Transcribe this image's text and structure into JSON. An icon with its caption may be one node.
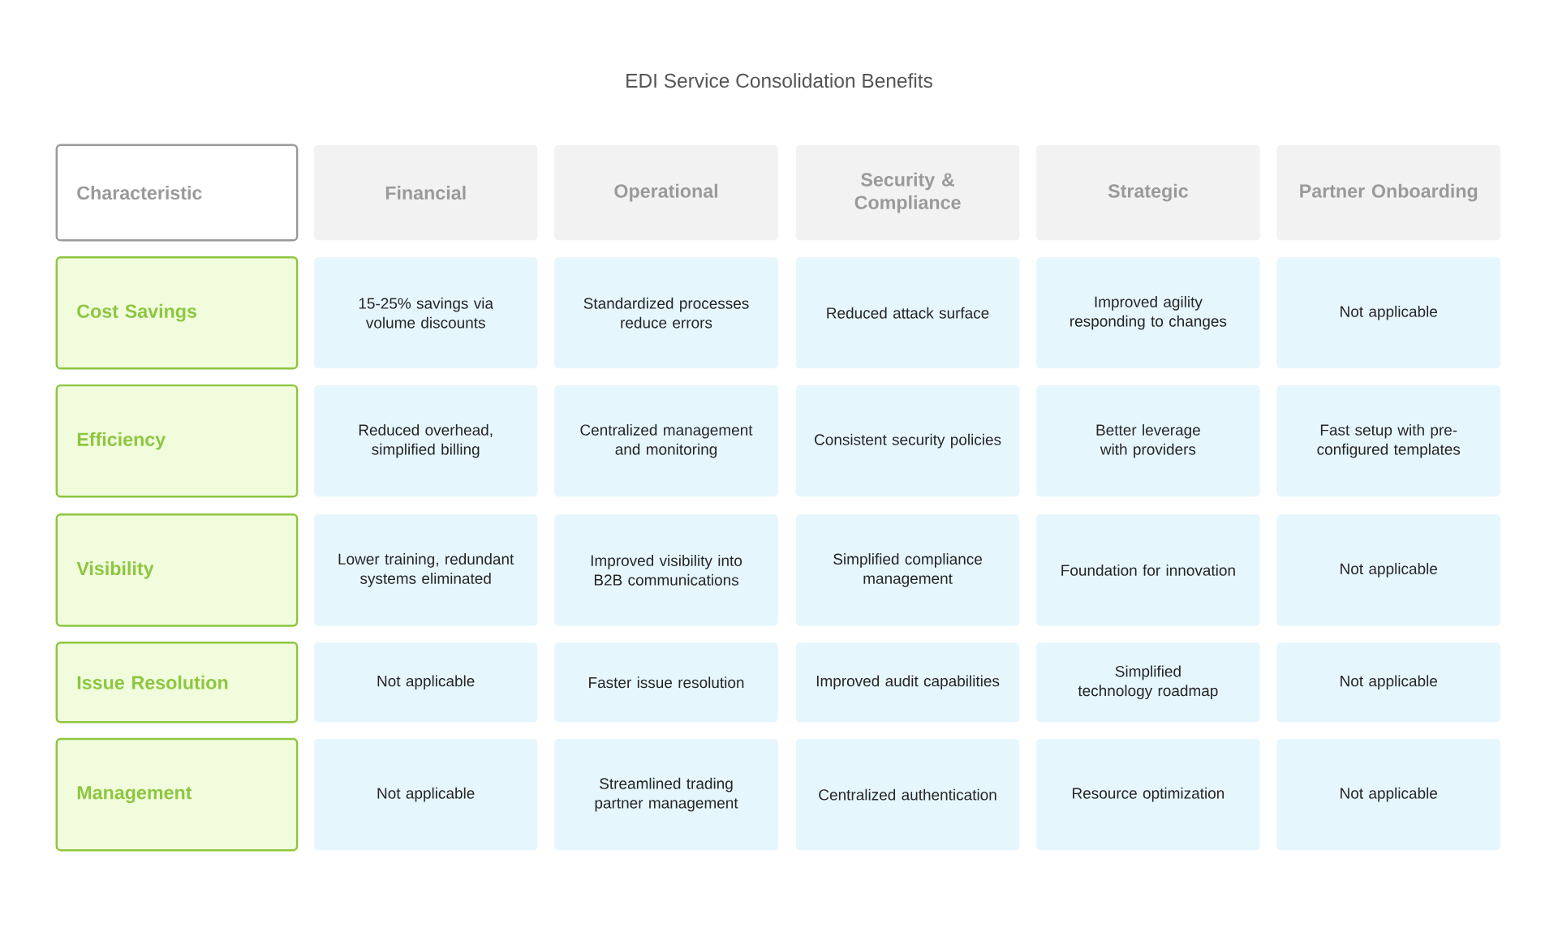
{
  "diagram": {
    "title": "EDI Service Consolidation Benefits",
    "nodes": [
      {
        "text": [
          "Characteristic"
        ]
      },
      {
        "text": [
          "Financial"
        ]
      },
      {
        "text": [
          "Operational"
        ]
      },
      {
        "text": [
          "Security & Compliance"
        ]
      },
      {
        "text": [
          "Strategic"
        ]
      },
      {
        "text": [
          "Partner Onboarding"
        ]
      },
      {
        "text": [
          "Cost Savings"
        ]
      },
      {
        "text": [
          "15-25% savings via volume discounts"
        ]
      },
      {
        "text": [
          "Standardized processes reduce errors"
        ]
      },
      {
        "text": [
          "Reduced attack surface"
        ]
      },
      {
        "text": [
          "Improved agility responding to changes"
        ]
      },
      {
        "text": [
          "Not applicable"
        ]
      },
      {
        "text": [
          "Efficiency"
        ]
      },
      {
        "text": [
          "Reduced overhead, simplified billing"
        ]
      },
      {
        "text": [
          "Centralized management and monitoring"
        ]
      },
      {
        "text": [
          "Consistent security policies"
        ]
      },
      {
        "text": [
          "Better leverage with providers"
        ]
      },
      {
        "text": [
          "Fast setup with pre-configured templates"
        ]
      },
      {
        "text": [
          "Visibility"
        ]
      },
      {
        "text": [
          "Lower training, redundant systems eliminated"
        ]
      },
      {
        "text": [
          "Improved visibility into B2B communications"
        ]
      },
      {
        "text": [
          "Simplified compliance management"
        ]
      },
      {
        "text": [
          "Foundation for innovation"
        ]
      },
      {
        "text": [
          "Not applicable"
        ]
      },
      {
        "text": [
          "Issue Resolution"
        ]
      },
      {
        "text": [
          "Not applicable"
        ]
      },
      {
        "text": [
          "Faster issue resolution"
        ]
      },
      {
        "text": [
          "Improved audit capabilities"
        ]
      },
      {
        "text": [
          "Simplified technology roadmap"
        ]
      },
      {
        "text": [
          "Not applicable"
        ]
      },
      {
        "text": [
          "Management"
        ]
      },
      {
        "text": [
          "Not applicable"
        ]
      },
      {
        "text": [
          "Streamlined trading partner management"
        ]
      },
      {
        "text": [
          "Centralized authentication"
        ]
      },
      {
        "text": [
          "Resource optimization"
        ]
      },
      {
        "text": [
          "Not applicable"
        ]
      }
    ]
  }
}
